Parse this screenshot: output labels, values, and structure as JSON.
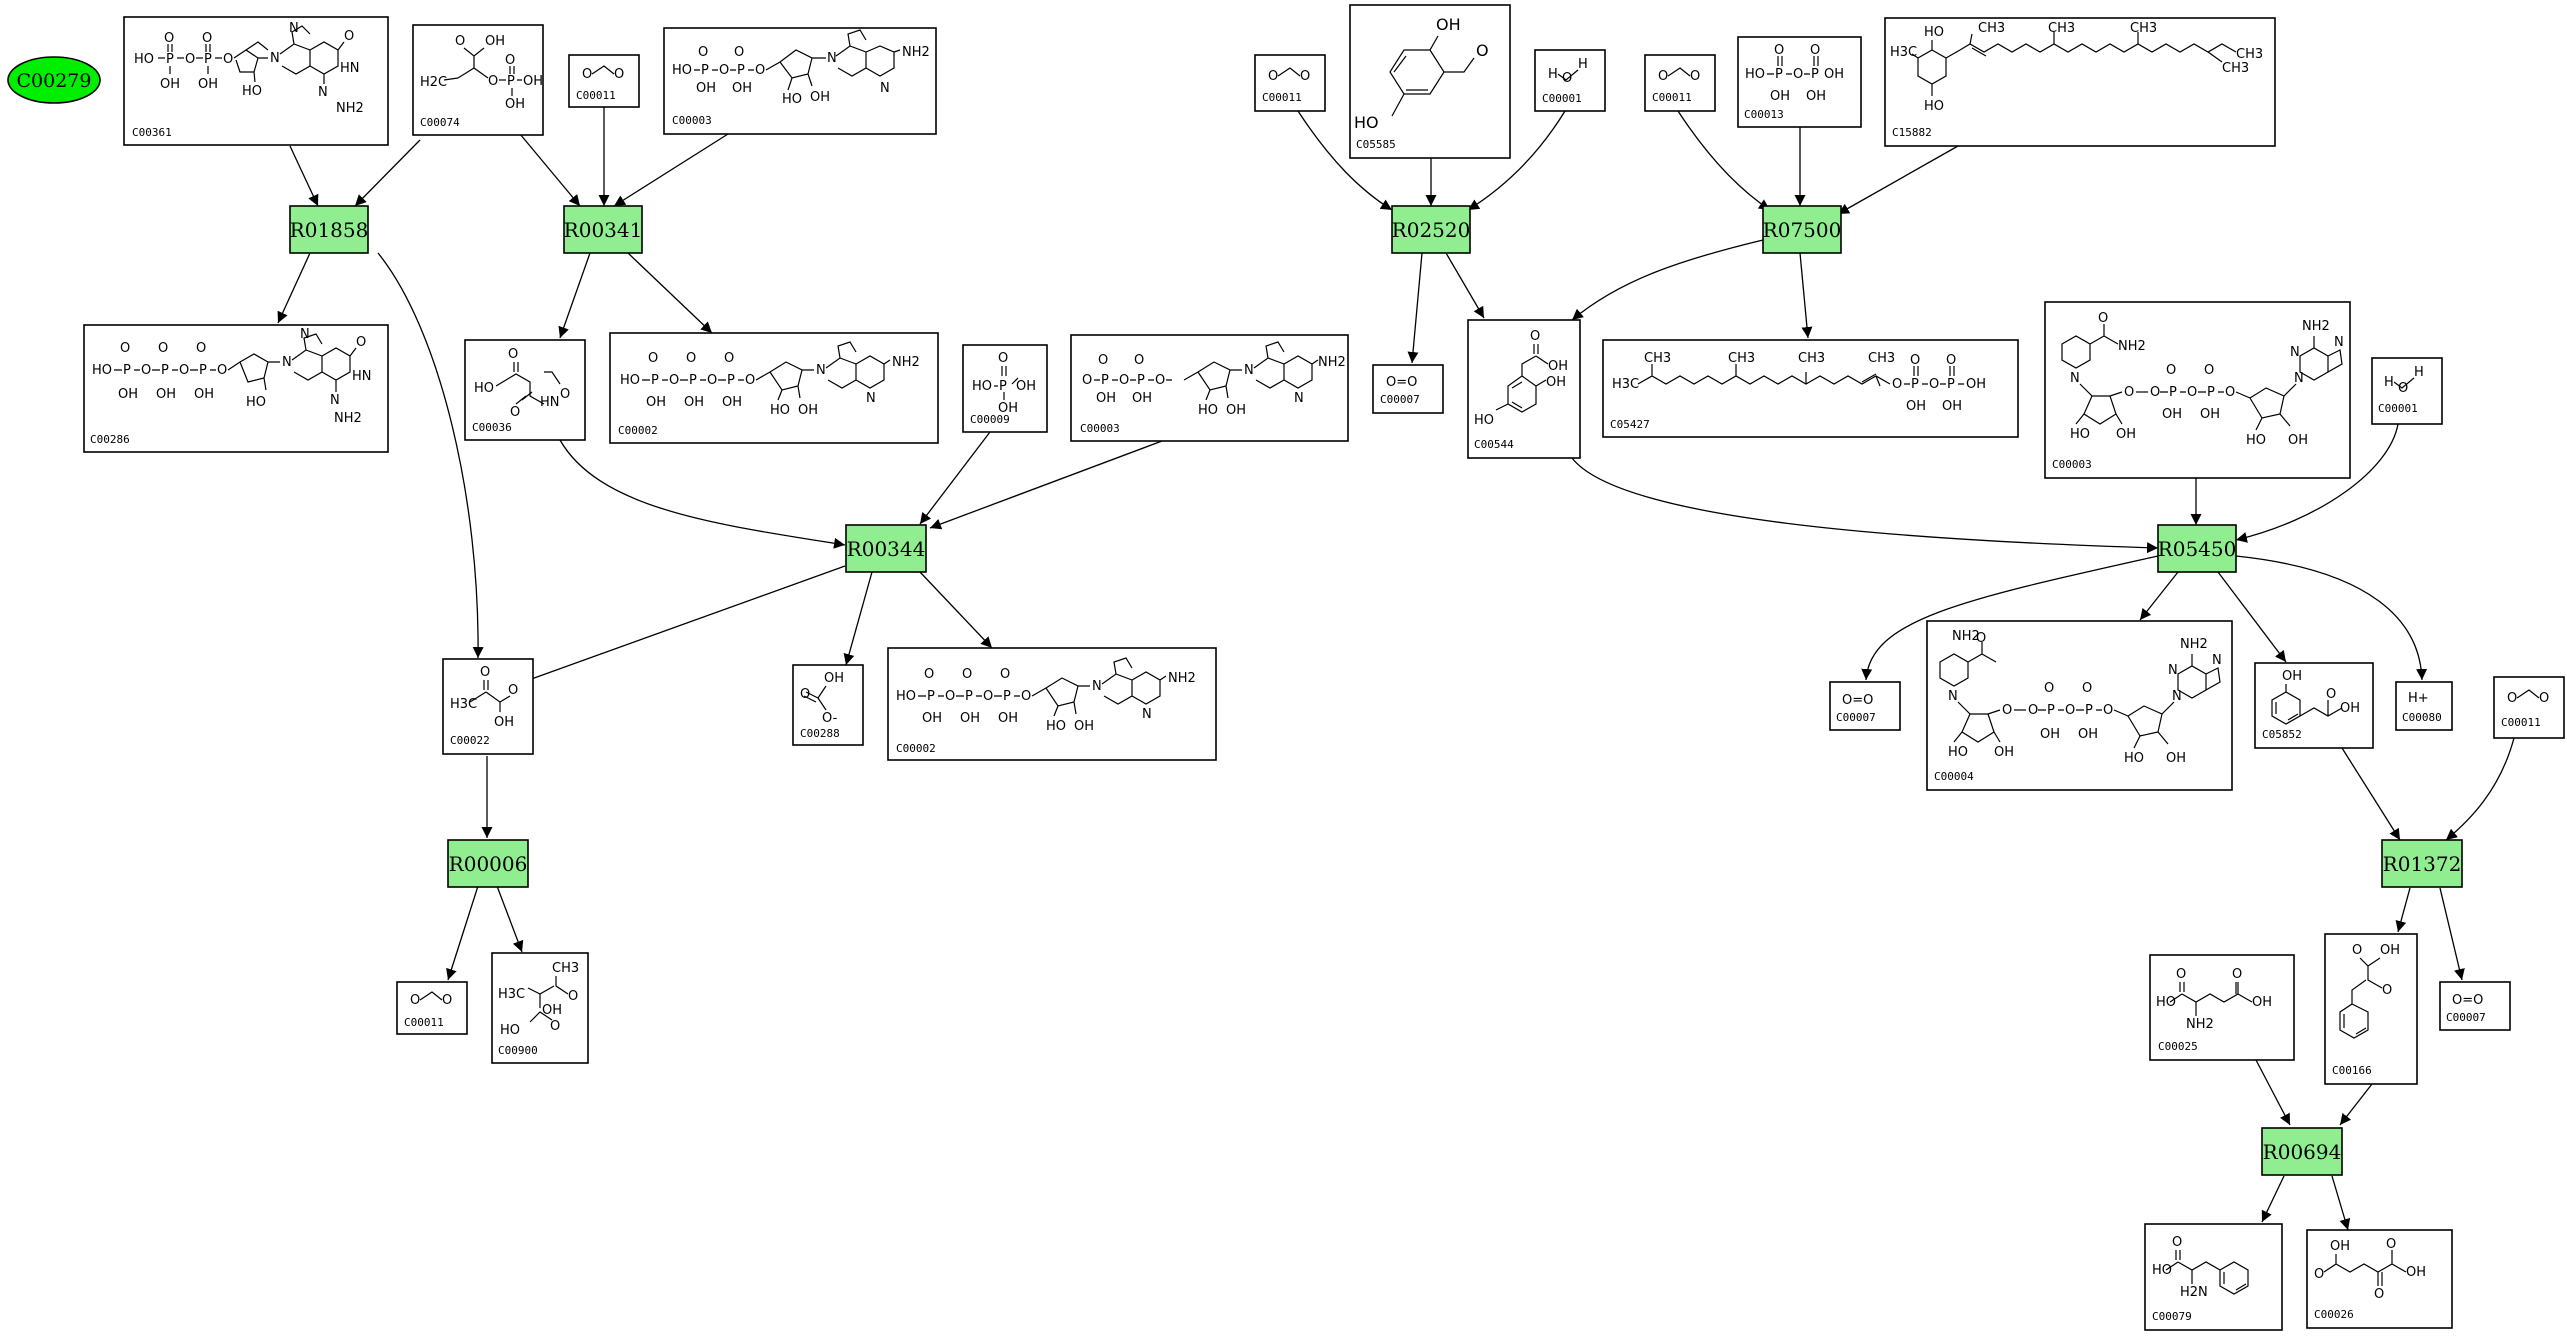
{
  "start_node": {
    "label": "C00279"
  },
  "reactions": {
    "r01858": "R01858",
    "r00341": "R00341",
    "r02520": "R02520",
    "r07500": "R07500",
    "r00344": "R00344",
    "r05450": "R05450",
    "r00006": "R00006",
    "r01372": "R01372",
    "r00694": "R00694"
  },
  "compounds": {
    "c00361": "C00361",
    "c00074": "C00074",
    "c00011_a": "C00011",
    "c00003_a": "C00003",
    "c00286": "C00286",
    "c00036": "C00036",
    "c00002_a": "C00002",
    "c00009": "C00009",
    "c00003_b": "C00003",
    "c00022": "C00022",
    "c00288": "C00288",
    "c00002_b": "C00002",
    "c00011_b": "C00011",
    "c00900": "C00900",
    "c00011_c": "C00011",
    "c05585": "C05585",
    "c00001_a": "C00001",
    "c00011_d": "C00011",
    "c00013": "C00013",
    "c15882": "C15882",
    "c00007_a": "C00007",
    "c00544": "C00544",
    "c05427": "C05427",
    "c00003_c": "C00003",
    "c00001_b": "C00001",
    "c00007_b": "C00007",
    "c00004": "C00004",
    "c05852": "C05852",
    "c00080": "C00080",
    "c00011_e": "C00011",
    "c00025": "C00025",
    "c00166": "C00166",
    "c00007_c": "C00007",
    "c00079": "C00079",
    "c00026": "C00026"
  },
  "atoms": {
    "oh": "OH",
    "ho": "HO",
    "o": "O",
    "p": "P",
    "nh2": "NH2",
    "h2n": "H2N",
    "n": "N",
    "h": "H",
    "h3c": "H3C",
    "ch3": "CH3",
    "h2c": "H2C",
    "hpos": "H+",
    "oo": "O=O",
    "ominus": "O-",
    "hn": "HN"
  }
}
